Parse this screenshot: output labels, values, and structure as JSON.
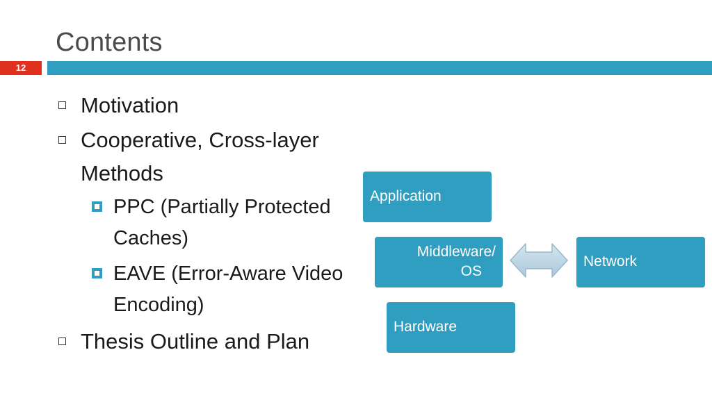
{
  "slide": {
    "title": "Contents",
    "number": "12"
  },
  "bullets": {
    "items": [
      "Motivation",
      "Cooperative, Cross-layer Methods",
      "PPC (Partially Protected Caches)",
      "EAVE (Error-Aware Video Encoding)",
      "Thesis Outline and Plan"
    ]
  },
  "diagram": {
    "application": "Application",
    "middleware_line1": "Middleware/",
    "middleware_line2": "OS",
    "network": "Network",
    "hardware": "Hardware"
  },
  "colors": {
    "accent": "#2f9ec0",
    "slide_number_bg": "#e0301e",
    "arrow_fill": "#b9d3e2"
  }
}
